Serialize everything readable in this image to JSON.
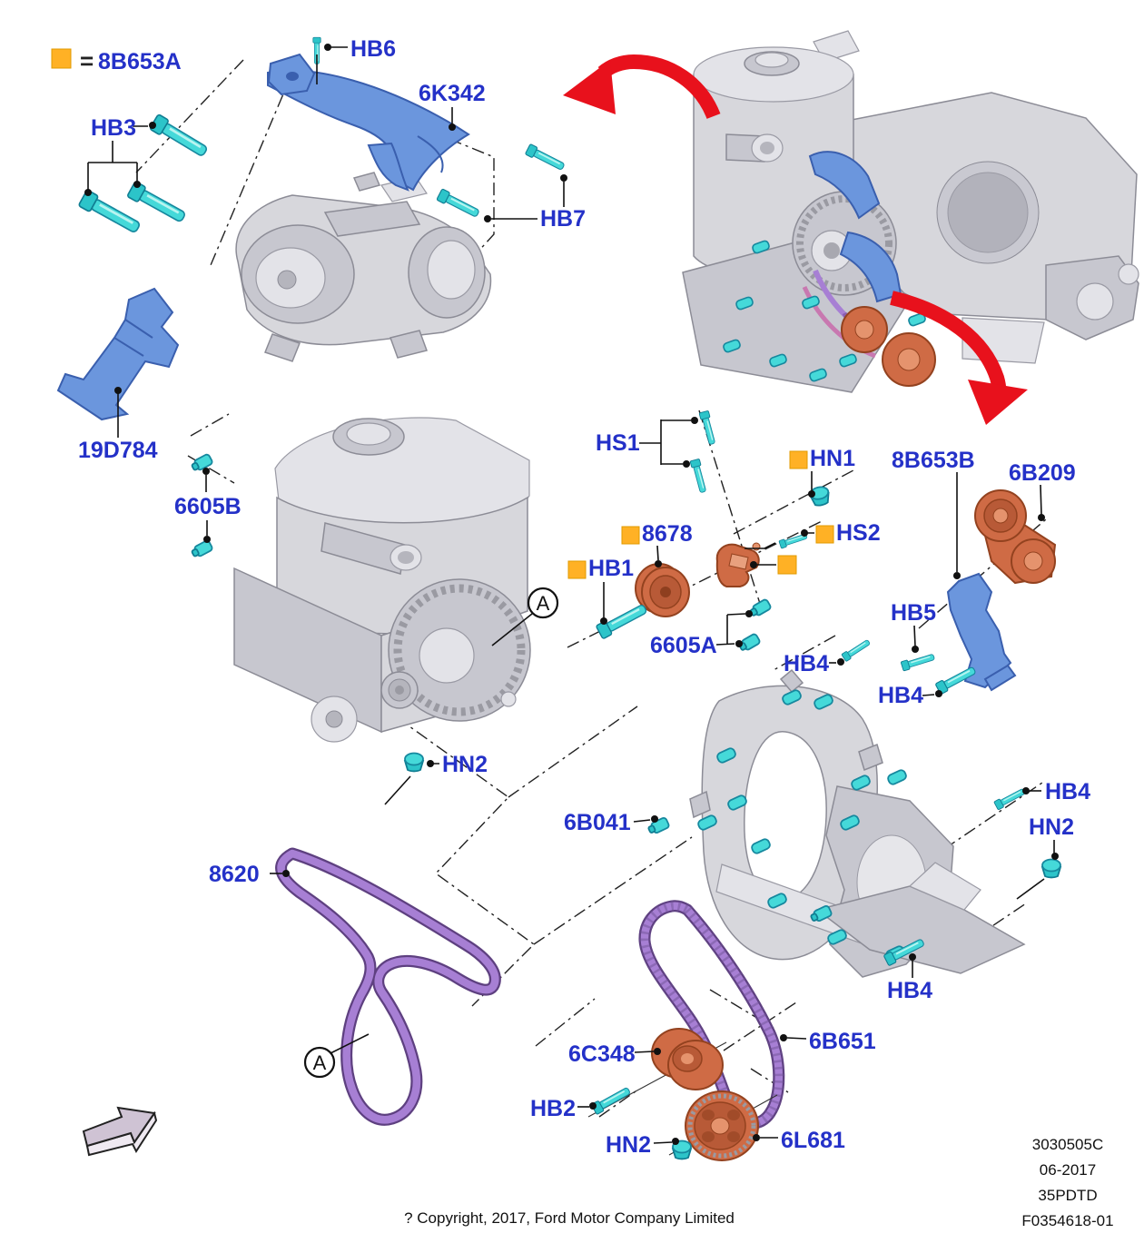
{
  "colors": {
    "label_blue": "#2431c8",
    "marker_orange": "#ffb125",
    "bolt_cyan": "#45d9d9",
    "part_blue": "#6b96dd",
    "part_orange": "#cf6b45",
    "belt_purple": "#a77fd4",
    "belt_purple_dark": "#5e4080",
    "part_grey": "#d7d7dc",
    "arrow_red": "#e8111c"
  },
  "legend": {
    "equals": "=",
    "part": "8B653A"
  },
  "view": {
    "letter": "A"
  },
  "callouts": {
    "hb6": "HB6",
    "hb3": "HB3",
    "6k342": "6K342",
    "hb7": "HB7",
    "19d784": "19D784",
    "6605b": "6605B",
    "hs1": "HS1",
    "hn1": "HN1",
    "8b653b": "8B653B",
    "6b209": "6B209",
    "8678": "8678",
    "hs2": "HS2",
    "hb1": "HB1",
    "6605a": "6605A",
    "hb5": "HB5",
    "hb4_a": "HB4",
    "hb4_b": "HB4",
    "hn2_a": "HN2",
    "6b041": "6B041",
    "hb4_c": "HB4",
    "hn2_b": "HN2",
    "8620": "8620",
    "hb4_d": "HB4",
    "6c348": "6C348",
    "6b651": "6B651",
    "hb2": "HB2",
    "hn2_c": "HN2",
    "6l681": "6L681"
  },
  "footer": {
    "copyright": "? Copyright, 2017, Ford Motor Company Limited",
    "doc_number": "3030505C",
    "date": "06-2017",
    "model": "35PDTD",
    "figure": "F0354618-01"
  }
}
